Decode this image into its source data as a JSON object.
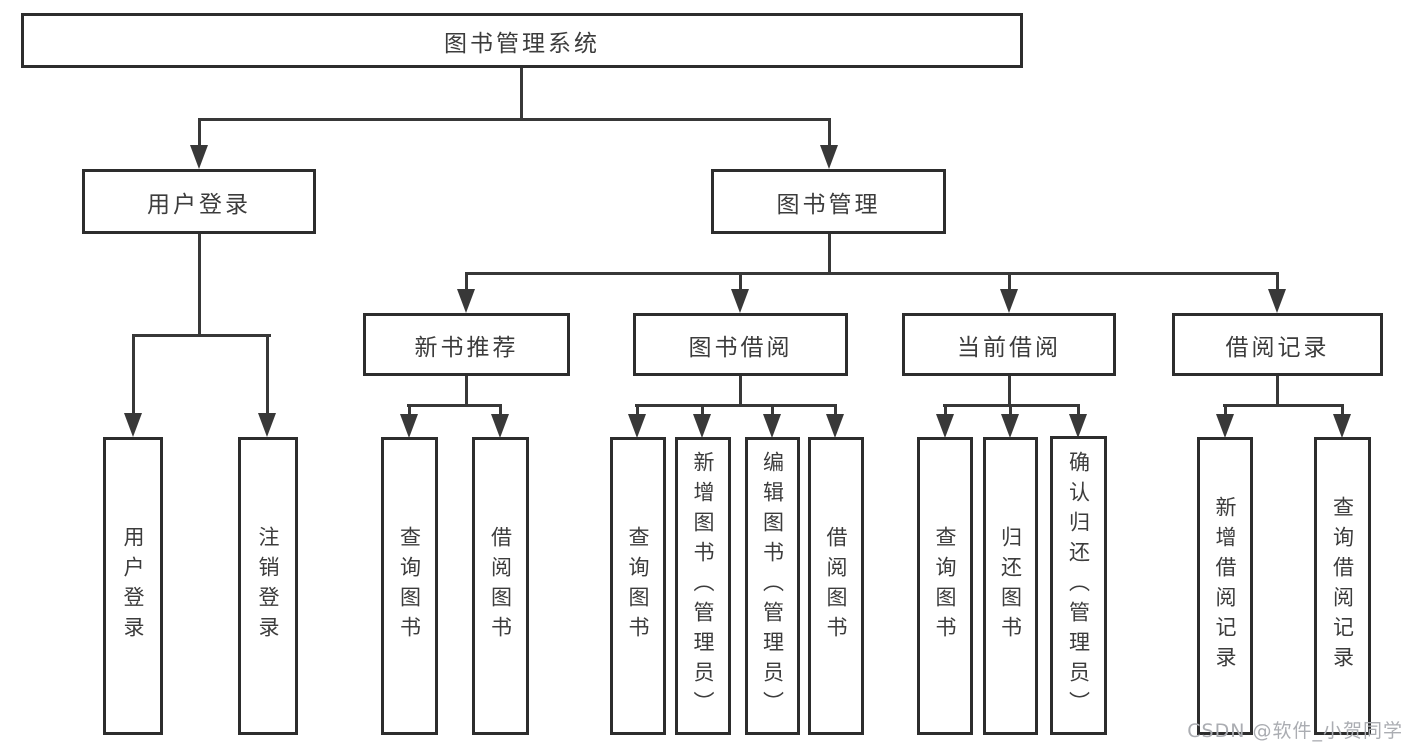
{
  "diagram": {
    "title": "图书管理系统",
    "watermark": "CSDN @软件_小贺同学",
    "colors": {
      "line": "#383838",
      "border": "#2d2d2d",
      "text": "#3c3c3c",
      "watermark": "#abadb2",
      "background": "#ffffff"
    },
    "nodes": {
      "root": {
        "label": "图书管理系统"
      },
      "user_login": {
        "label": "用户登录"
      },
      "book_management": {
        "label": "图书管理"
      },
      "new_book_recommendation": {
        "label": "新书推荐"
      },
      "book_borrowing": {
        "label": "图书借阅"
      },
      "current_borrowing": {
        "label": "当前借阅"
      },
      "borrowing_records": {
        "label": "借阅记录"
      },
      "login": {
        "label": "用户登录"
      },
      "logout": {
        "label": "注销登录"
      },
      "rec_query_books": {
        "label": "查询图书"
      },
      "rec_borrow_books": {
        "label": "借阅图书"
      },
      "bb_query_books": {
        "label": "查询图书"
      },
      "bb_add_books": {
        "label": "新增图书（管理员）"
      },
      "bb_edit_books": {
        "label": "编辑图书（管理员）"
      },
      "bb_borrow_books": {
        "label": "借阅图书"
      },
      "cb_query_books": {
        "label": "查询图书"
      },
      "cb_return_books": {
        "label": "归还图书"
      },
      "cb_confirm_return": {
        "label": "确认归还（管理员）"
      },
      "br_add_record": {
        "label": "新增借阅记录"
      },
      "br_query_record": {
        "label": "查询借阅记录"
      }
    },
    "hierarchy": {
      "图书管理系统": {
        "用户登录": [
          "用户登录",
          "注销登录"
        ],
        "图书管理": {
          "新书推荐": [
            "查询图书",
            "借阅图书"
          ],
          "图书借阅": [
            "查询图书",
            "新增图书（管理员）",
            "编辑图书（管理员）",
            "借阅图书"
          ],
          "当前借阅": [
            "查询图书",
            "归还图书",
            "确认归还（管理员）"
          ],
          "借阅记录": [
            "新增借阅记录",
            "查询借阅记录"
          ]
        }
      }
    }
  }
}
